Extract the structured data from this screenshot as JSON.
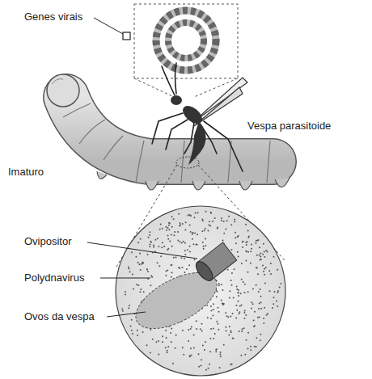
{
  "diagram": {
    "labels": [
      "Genes virais",
      "Vespa parasitoide",
      "Imaturo",
      "Ovipositor",
      "Polydnavirus",
      "Ovos da vespa"
    ]
  }
}
